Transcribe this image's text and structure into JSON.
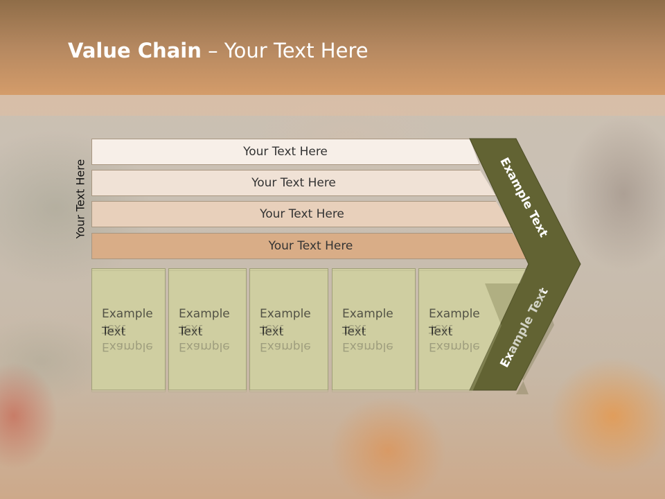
{
  "title": {
    "bold": "Value Chain",
    "rest": " – Your Text Here"
  },
  "side_label": "Your Text Here",
  "rows": [
    {
      "label": "Your Text Here"
    },
    {
      "label": "Your Text Here"
    },
    {
      "label": "Your Text Here"
    },
    {
      "label": "Your Text Here"
    }
  ],
  "boxes": [
    {
      "line1": "Example",
      "line2": "Text"
    },
    {
      "line1": "Example",
      "line2": "Text"
    },
    {
      "line1": "Example",
      "line2": "Text"
    },
    {
      "line1": "Example",
      "line2": "Text"
    },
    {
      "line1": "Example",
      "line2": "Text"
    }
  ],
  "chevron": {
    "upper_label": "Example Text",
    "lower_label": "Example Text",
    "color": "#626333"
  }
}
